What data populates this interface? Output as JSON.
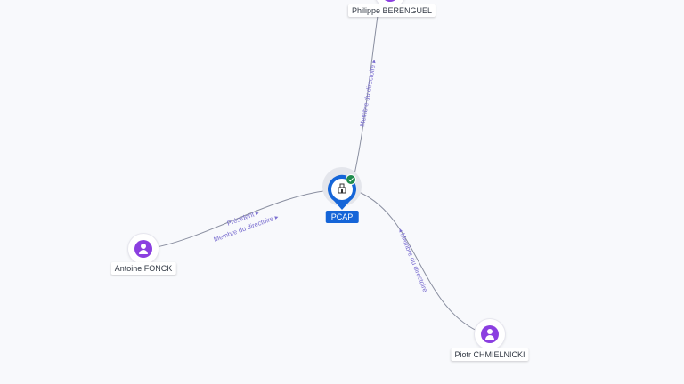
{
  "center": {
    "label": "PCAP",
    "icon": "company-icon",
    "badge_icon": "check-badge-icon",
    "color": "#1565d8"
  },
  "people": [
    {
      "key": "berenguel",
      "name": "Philippe BERENGUEL",
      "icon": "person-icon"
    },
    {
      "key": "fonck",
      "name": "Antoine FONCK",
      "icon": "person-icon"
    },
    {
      "key": "chmielnicki",
      "name": "Piotr CHMIELNICKI",
      "icon": "person-icon"
    }
  ],
  "edges": [
    {
      "to": "berenguel",
      "labels": [
        "Membre du directoire"
      ]
    },
    {
      "to": "fonck",
      "labels": [
        "Président",
        "Membre du directoire"
      ]
    },
    {
      "to": "chmielnicki",
      "labels": [
        "Membre du directoire"
      ]
    }
  ],
  "colors": {
    "edge": "#8a8fa0",
    "edge_label": "#7b6fd0",
    "person_icon": "#8b3fe0",
    "background": "#f8f9fc"
  }
}
